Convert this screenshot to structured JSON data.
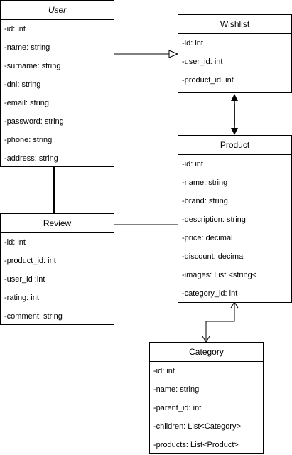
{
  "classes": {
    "user": {
      "name": "User",
      "fields": [
        "-id: int",
        "-name: string",
        "-surname: string",
        "-dni: string",
        "-email: string",
        "-password: string",
        "-phone: string",
        "-address: string"
      ]
    },
    "wishlist": {
      "name": "Wishlist",
      "fields": [
        "-id: int",
        "-user_id: int",
        "-product_id: int"
      ]
    },
    "product": {
      "name": "Product",
      "fields": [
        "-id: int",
        "-name: string",
        "-brand: string",
        "-description: string",
        "-price: decimal",
        "-discount: decimal",
        "-images: List <string<",
        "-category_id: int"
      ]
    },
    "review": {
      "name": "Review",
      "fields": [
        "-id: int",
        "-product_id: int",
        "-user_id :int",
        "-rating: int",
        "-comment: string"
      ]
    },
    "category": {
      "name": "Category",
      "fields": [
        "-id: int",
        "-name: string",
        "-parent_id: int",
        "-children: List<Category>",
        "-products: List<Product>"
      ]
    }
  },
  "relationships": [
    {
      "from": "User",
      "to": "Wishlist",
      "type": "generalization"
    },
    {
      "from": "Wishlist",
      "to": "Product",
      "type": "bidirectional-association"
    },
    {
      "from": "User",
      "to": "Review",
      "type": "association"
    },
    {
      "from": "Review",
      "to": "Product",
      "type": "association"
    },
    {
      "from": "Product",
      "to": "Category",
      "type": "bidirectional-association"
    }
  ]
}
